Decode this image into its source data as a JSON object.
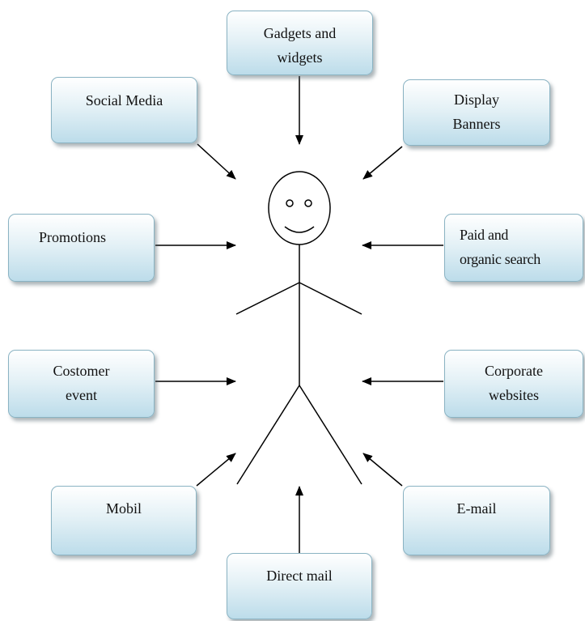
{
  "diagram": {
    "center": "stick-figure",
    "nodes": {
      "gadgets": "Gadgets and\nwidgets",
      "social_media": "Social Media",
      "display_banners": "Display\nBanners",
      "promotions": "Promotions",
      "paid_search": "Paid and\norganic search",
      "customer_event": "Costomer\nevent",
      "corporate_websites": "Corporate\nwebsites",
      "mobil": "Mobil",
      "email": "E-mail",
      "direct_mail": "Direct mail"
    },
    "colors": {
      "box_border": "#8ab3c3",
      "box_fill_top": "#ffffff",
      "box_fill_bottom": "#bcdcea",
      "line": "#000000"
    }
  }
}
